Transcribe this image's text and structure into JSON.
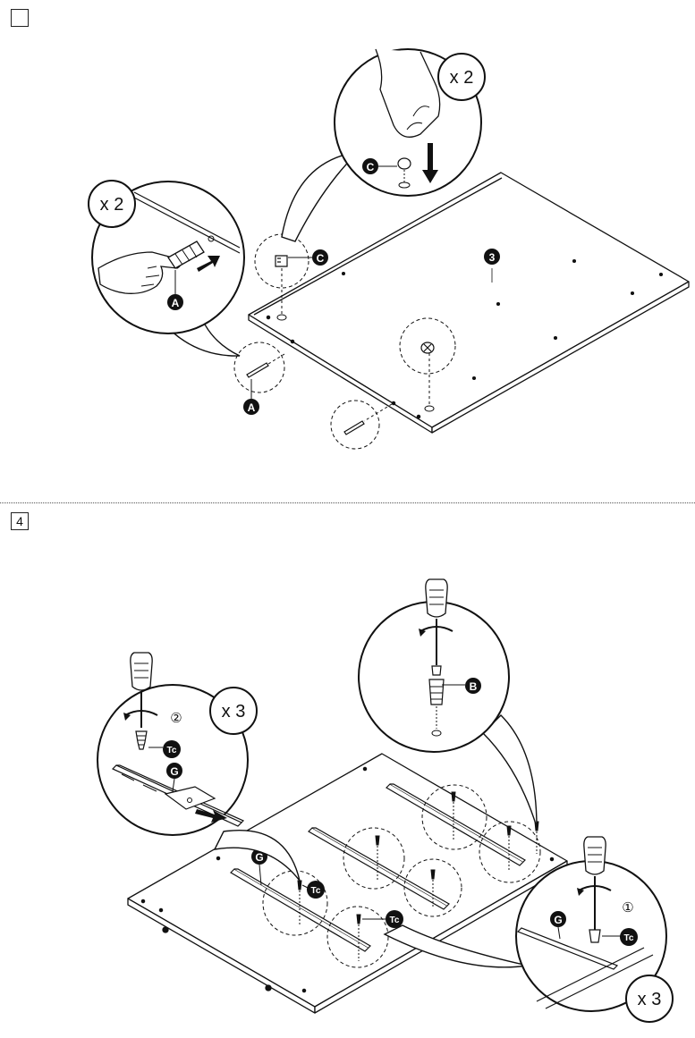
{
  "step_first": {
    "number": ""
  },
  "step_second": {
    "number": "4"
  },
  "callouts": {
    "dowel_qty": "x 2",
    "cam_qty": "x 2",
    "screw_left_qty": "x 3",
    "screw_right_qty": "x 3"
  },
  "parts": {
    "dowel": "A",
    "cam": "C",
    "panel": "3",
    "cam_pin": "B",
    "rail": "G",
    "screw": "Tc"
  },
  "order": {
    "first": "①",
    "second": "②"
  },
  "colors": {
    "line": "#111111",
    "fill": "#ffffff"
  }
}
